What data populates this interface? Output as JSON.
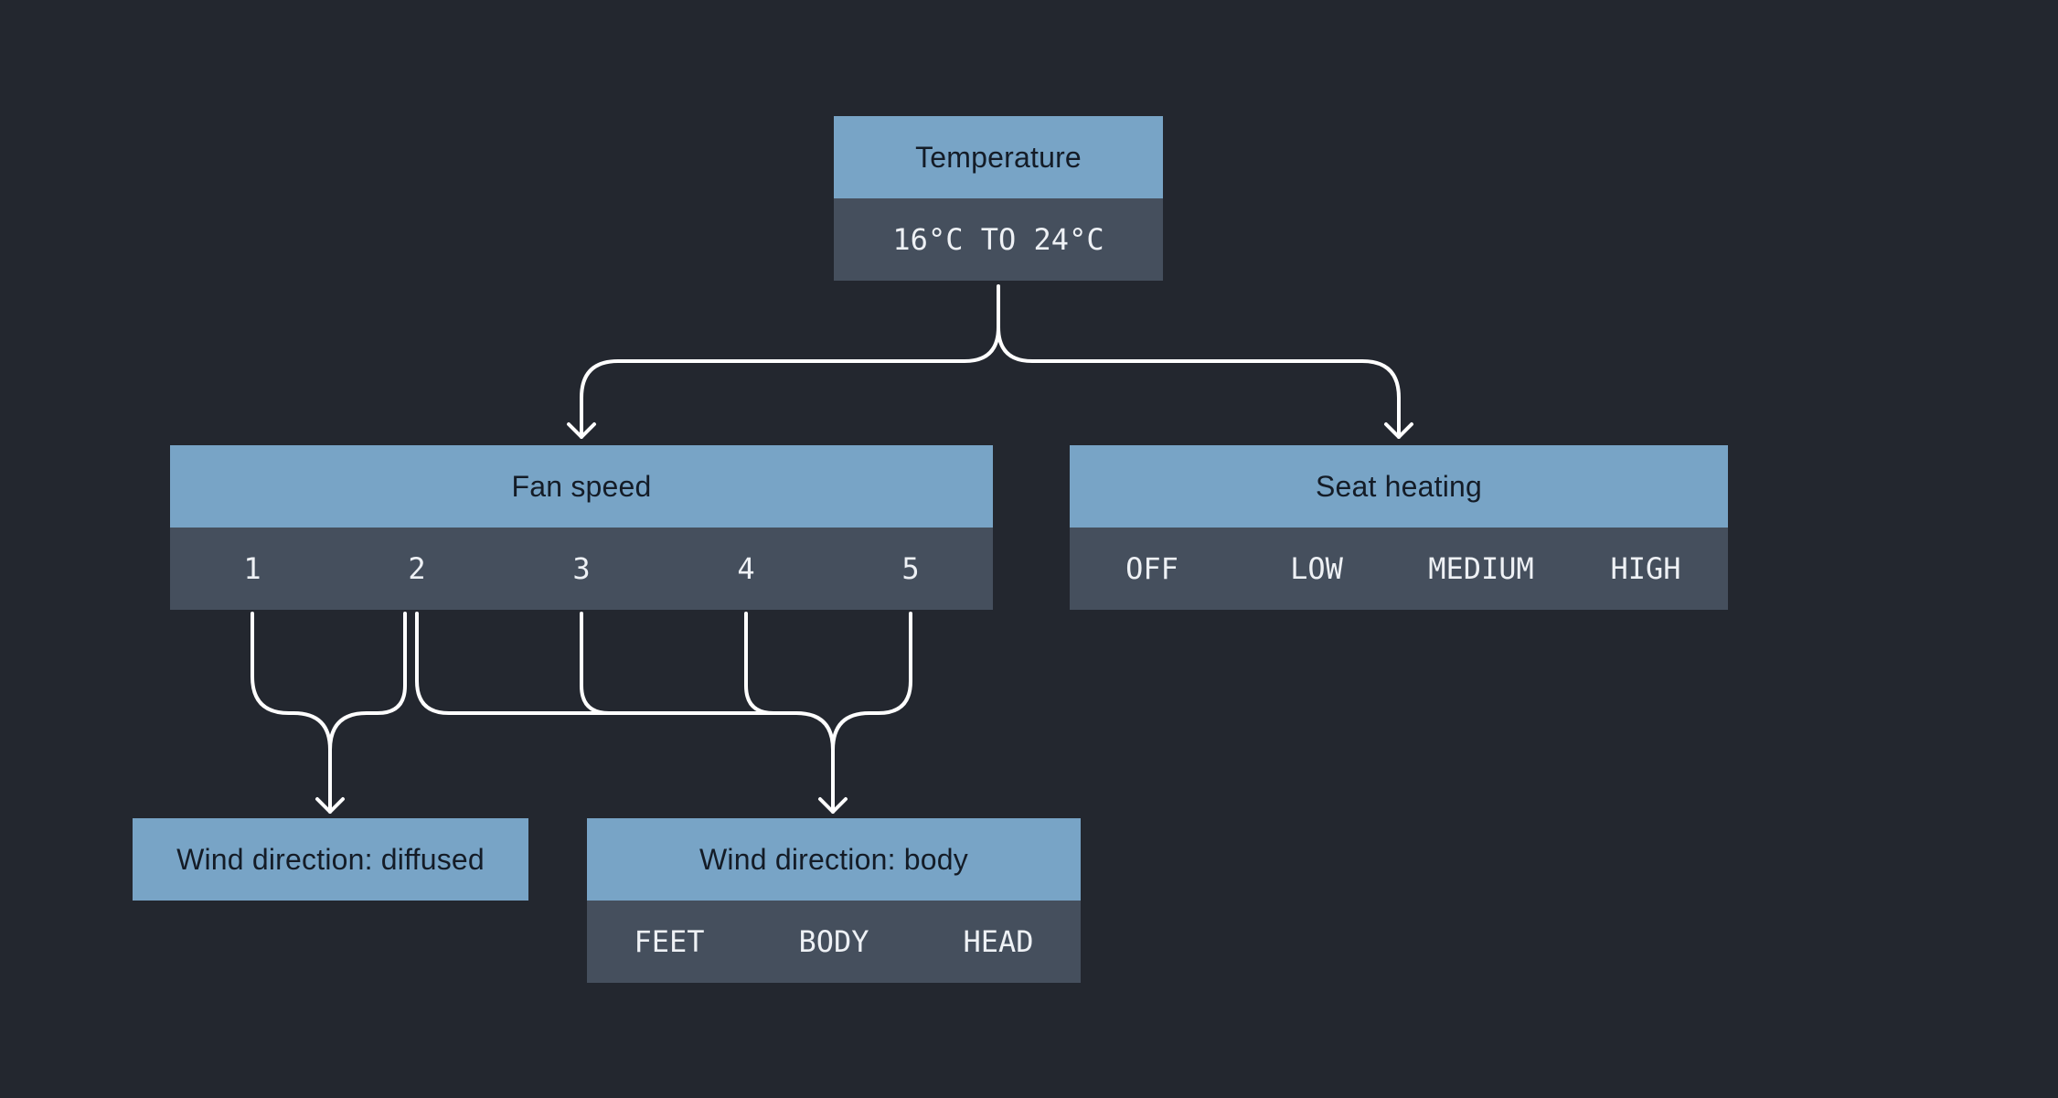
{
  "colors": {
    "background": "#23272f",
    "header_fill": "#78a4c6",
    "body_fill": "#454f5d",
    "header_text": "#141c27",
    "body_text": "#eef1f5",
    "connector": "#ffffff"
  },
  "nodes": {
    "temperature": {
      "title": "Temperature",
      "range": "16°C TO 24°C"
    },
    "fan_speed": {
      "title": "Fan speed",
      "options": [
        "1",
        "2",
        "3",
        "4",
        "5"
      ]
    },
    "seat_heating": {
      "title": "Seat heating",
      "options": [
        "OFF",
        "LOW",
        "MEDIUM",
        "HIGH"
      ]
    },
    "wind_diffused": {
      "title": "Wind direction: diffused"
    },
    "wind_body": {
      "title": "Wind direction: body",
      "options": [
        "FEET",
        "BODY",
        "HEAD"
      ]
    }
  },
  "edges": [
    {
      "from": "temperature",
      "to": "fan_speed"
    },
    {
      "from": "temperature",
      "to": "seat_heating"
    },
    {
      "from": "fan_speed.1",
      "to": "wind_diffused"
    },
    {
      "from": "fan_speed.2",
      "to": "wind_diffused"
    },
    {
      "from": "fan_speed.2",
      "to": "wind_body"
    },
    {
      "from": "fan_speed.3",
      "to": "wind_body"
    },
    {
      "from": "fan_speed.4",
      "to": "wind_body"
    },
    {
      "from": "fan_speed.5",
      "to": "wind_body"
    }
  ]
}
